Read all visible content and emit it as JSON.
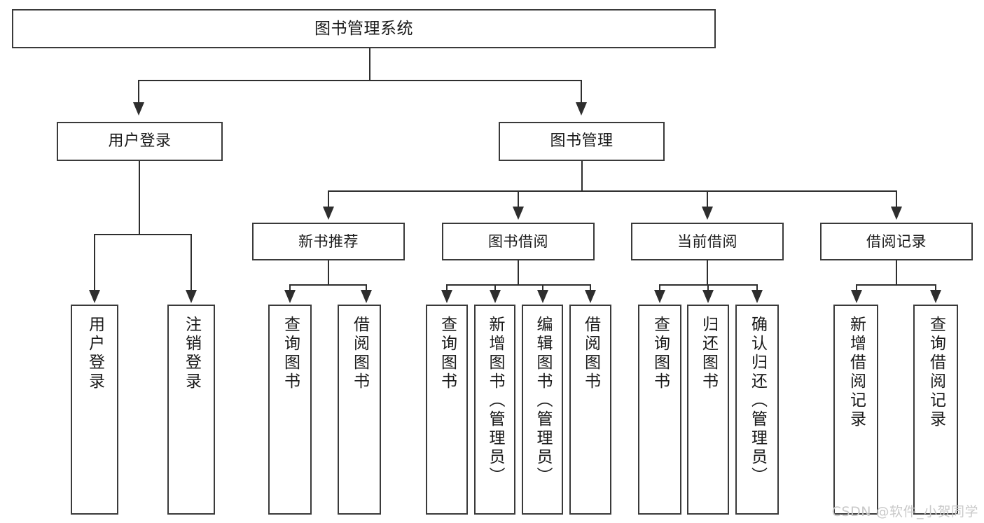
{
  "diagram": {
    "title": "图书管理系统",
    "type": "tree",
    "background_color": "#ffffff",
    "line_color": "#2e2e2e",
    "box_border_color": "#3a3a3a",
    "text_color": "#1a1a1a"
  },
  "root": {
    "label": "图书管理系统"
  },
  "level1": [
    {
      "label": "用户登录"
    },
    {
      "label": "图书管理"
    }
  ],
  "level2": [
    {
      "label": "新书推荐"
    },
    {
      "label": "图书借阅"
    },
    {
      "label": "当前借阅"
    },
    {
      "label": "借阅记录"
    }
  ],
  "leaves": {
    "user_login": [
      {
        "label": "用户登录"
      },
      {
        "label": "注销登录"
      }
    ],
    "new_book_recommend": [
      {
        "label": "查询图书"
      },
      {
        "label": "借阅图书"
      }
    ],
    "book_borrow": [
      {
        "label": "查询图书"
      },
      {
        "label": "新增图书（管理员）"
      },
      {
        "label": "编辑图书（管理员）"
      },
      {
        "label": "借阅图书"
      }
    ],
    "current_borrow": [
      {
        "label": "查询图书"
      },
      {
        "label": "归还图书"
      },
      {
        "label": "确认归还（管理员）"
      }
    ],
    "borrow_record": [
      {
        "label": "新增借阅记录"
      },
      {
        "label": "查询借阅记录"
      }
    ]
  },
  "watermark": {
    "text": "CSDN @软件_小贺同学"
  }
}
